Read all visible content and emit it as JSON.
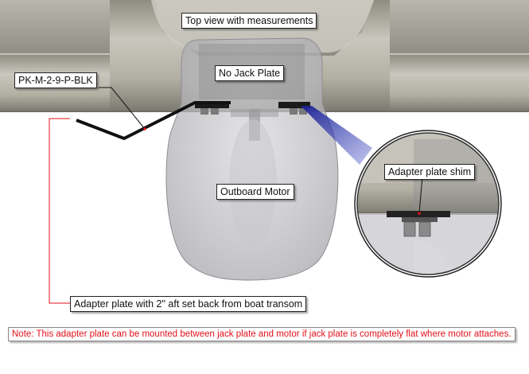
{
  "labels": {
    "top_view": "Top view with measurements",
    "no_jack_plate": "No Jack Plate",
    "part_number": "PK-M-2-9-P-BLK",
    "outboard_motor": "Outboard Motor",
    "adapter_plate_shim": "Adapter plate shim",
    "adapter_plate_setback": "Adapter plate with 2\" aft set back from boat transom"
  },
  "note": "Note: This adapter plate can be mounted between jack plate and motor if jack plate is completely flat where motor attaches.",
  "colors": {
    "leader_red": "#e0101a",
    "note_text": "#e0101a",
    "hull": "#a8a598",
    "plate": "#1a1a1a",
    "magnifier_beam": "#2a2ea8"
  }
}
